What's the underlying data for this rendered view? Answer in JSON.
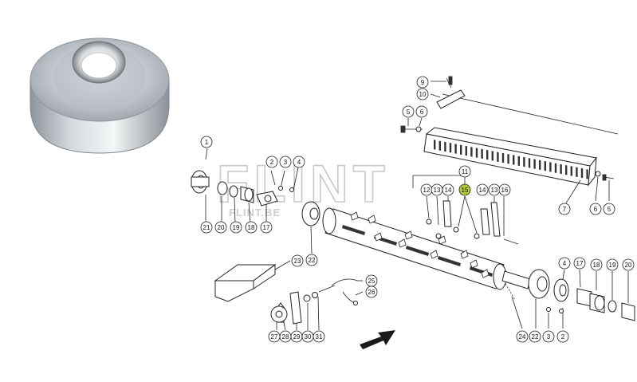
{
  "watermark": {
    "main": "FLINT",
    "sub": "FLINT.BE"
  },
  "highlight_color": "#b5c93a",
  "highlighted_part": "15",
  "photo": {
    "subject": "steel-ring-spacer"
  },
  "callouts": [
    {
      "id": "c1",
      "label": "1"
    },
    {
      "id": "c2a",
      "label": "2"
    },
    {
      "id": "c3a",
      "label": "3"
    },
    {
      "id": "c4a",
      "label": "4"
    },
    {
      "id": "c5a",
      "label": "5"
    },
    {
      "id": "c6a",
      "label": "6"
    },
    {
      "id": "c9",
      "label": "9"
    },
    {
      "id": "c10",
      "label": "10"
    },
    {
      "id": "c7",
      "label": "7"
    },
    {
      "id": "c6b",
      "label": "6"
    },
    {
      "id": "c5b",
      "label": "5"
    },
    {
      "id": "c11",
      "label": "11"
    },
    {
      "id": "c12",
      "label": "12"
    },
    {
      "id": "c13a",
      "label": "13"
    },
    {
      "id": "c14a",
      "label": "14"
    },
    {
      "id": "c15",
      "label": "15"
    },
    {
      "id": "c14b",
      "label": "14"
    },
    {
      "id": "c13b",
      "label": "13"
    },
    {
      "id": "c16",
      "label": "16"
    },
    {
      "id": "c21a",
      "label": "21"
    },
    {
      "id": "c20a",
      "label": "20"
    },
    {
      "id": "c19a",
      "label": "19"
    },
    {
      "id": "c18a",
      "label": "18"
    },
    {
      "id": "c17a",
      "label": "17"
    },
    {
      "id": "c22a",
      "label": "22"
    },
    {
      "id": "c23",
      "label": "23"
    },
    {
      "id": "c25",
      "label": "25"
    },
    {
      "id": "c26",
      "label": "26"
    },
    {
      "id": "c27",
      "label": "27"
    },
    {
      "id": "c28",
      "label": "28"
    },
    {
      "id": "c29",
      "label": "29"
    },
    {
      "id": "c30",
      "label": "30"
    },
    {
      "id": "c31",
      "label": "31"
    },
    {
      "id": "c24",
      "label": "24"
    },
    {
      "id": "c22b",
      "label": "22"
    },
    {
      "id": "c3b",
      "label": "3"
    },
    {
      "id": "c2b",
      "label": "2"
    },
    {
      "id": "c4b",
      "label": "4"
    },
    {
      "id": "c17b",
      "label": "17"
    },
    {
      "id": "c18b",
      "label": "18"
    },
    {
      "id": "c19b",
      "label": "19"
    },
    {
      "id": "c20b",
      "label": "20"
    }
  ]
}
